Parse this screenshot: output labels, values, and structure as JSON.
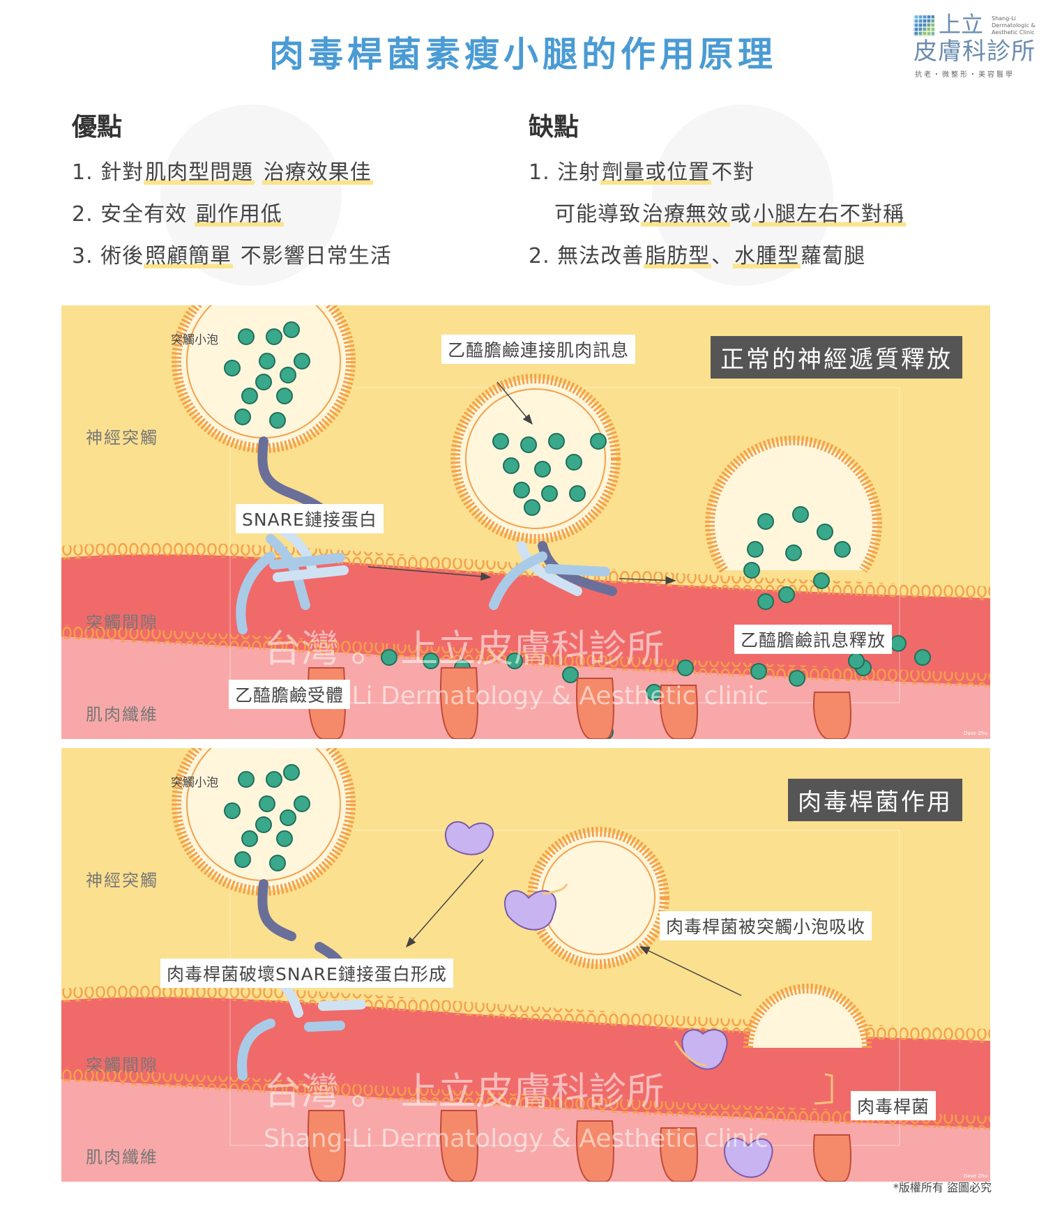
{
  "title": "肉毒桿菌素瘦小腿的作用原理",
  "logo": {
    "name_top": "上立",
    "name_main": "皮膚科診所",
    "name_en": "Shang-Li Dermatologic & Aesthetic Clinic",
    "tagline": "抗老・微整形・美容醫學"
  },
  "pros": {
    "heading": "優點",
    "items": [
      {
        "num": "1.",
        "plain1": "針對",
        "hl1": "肌肉型問題",
        "sep": " ",
        "hl2": "治療效果佳",
        "tail": ""
      },
      {
        "num": "2.",
        "plain1": "安全有效",
        "sep": " ",
        "hl2": "副作用低",
        "hl1": "",
        "tail": ""
      },
      {
        "num": "3.",
        "plain1": "術後",
        "hl1": "照顧簡單",
        "sep": " ",
        "hl2": "",
        "tail": "不影響日常生活"
      }
    ]
  },
  "cons": {
    "heading": "缺點",
    "items": [
      {
        "num": "1.",
        "plain1": "注射",
        "hl1": "劑量或位置",
        "tail": "不對"
      },
      {
        "num": "",
        "plain1": "可能導致",
        "hl1": "治療無效",
        "mid": "或",
        "hl2": "小腿左右不對稱"
      },
      {
        "num": "2.",
        "plain1": "無法改善",
        "hl1": "脂肪型",
        "mid": "、",
        "hl2": "水腫型",
        "tail": "蘿蔔腿"
      }
    ]
  },
  "panel1": {
    "title": "正常的神經遞質釋放",
    "side_labels": [
      "神經突觸",
      "突觸間隙",
      "肌肉纖維"
    ],
    "vesicle_label": "突觸小泡",
    "callouts": [
      "乙醯膽鹼連接肌肉訊息",
      "SNARE鏈接蛋白",
      "乙醯膽鹼受體",
      "乙醯膽鹼訊息釋放"
    ],
    "credit": "Dave Zhu"
  },
  "panel2": {
    "title": "肉毒桿菌作用",
    "side_labels": [
      "神經突觸",
      "突觸間隙",
      "肌肉纖維"
    ],
    "vesicle_label": "突觸小泡",
    "callouts": [
      "肉毒桿菌被突觸小泡吸收",
      "肉毒桿菌破壞SNARE鏈接蛋白形成",
      "肉毒桿菌"
    ],
    "credit": "Dave Zhu"
  },
  "watermark": {
    "cn": "台灣 。 上立皮膚科診所",
    "en": "Shang-Li Dermatology & Aesthetic clinic"
  },
  "copyright": "*版權所有 盜圖必究",
  "colors": {
    "title": "#4a9bd4",
    "synapse": "#fbe08f",
    "cleft": "#f06a6a",
    "muscle": "#f8a8a8",
    "vesicle_ring": "#f5a04a",
    "neurotransmitter": "#3aa88a",
    "snare_dark": "#6a6f9a",
    "snare_light": "#a9cbe8",
    "receptor": "#f58a6a",
    "toxin": "#c8b4f0",
    "highlight": "#fbe48c"
  }
}
